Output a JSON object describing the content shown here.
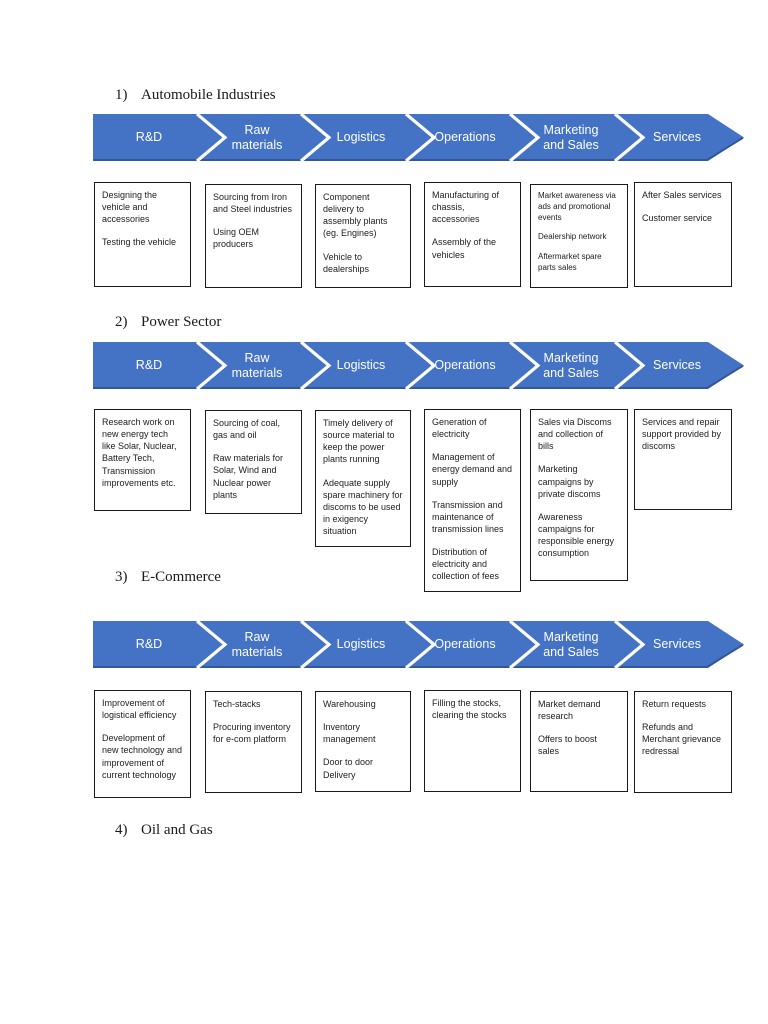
{
  "colors": {
    "banner_blue": "#4472C4",
    "banner_edge": "#2F5597",
    "banner_text": "#FFFFFF",
    "box_border": "#1A1A1A",
    "body_text": "#1C1C1C",
    "page_background": "#FFFFFF"
  },
  "banner": {
    "stages": [
      "R&D",
      "Raw\nmaterials",
      "Logistics",
      "Operations",
      "Marketing\nand Sales",
      "Services"
    ]
  },
  "sections": [
    {
      "number": "1)",
      "title": "Automobile Industries",
      "boxes": [
        [
          "Designing the vehicle and accessories",
          "Testing the vehicle"
        ],
        [
          "Sourcing from Iron and Steel industries",
          "Using OEM producers"
        ],
        [
          "Component delivery to assembly plants (eg. Engines)",
          "Vehicle to dealerships"
        ],
        [
          "Manufacturing of chassis, accessories",
          "Assembly of the vehicles"
        ],
        [
          "Market awareness via ads and promotional events",
          "Dealership network",
          "Aftermarket spare parts sales"
        ],
        [
          "After Sales services",
          "Customer service"
        ]
      ]
    },
    {
      "number": "2)",
      "title": "Power Sector",
      "boxes": [
        [
          "Research work on new energy tech like Solar, Nuclear, Battery Tech, Transmission improvements etc."
        ],
        [
          "Sourcing of coal, gas and oil",
          "Raw materials for Solar, Wind and Nuclear power plants"
        ],
        [
          "Timely delivery of source material to keep the power plants running",
          "Adequate supply spare machinery for discoms to be used in exigency situation"
        ],
        [
          "Generation of electricity",
          "Management of energy demand and supply",
          "Transmission and maintenance of transmission lines",
          "Distribution of electricity and collection of fees"
        ],
        [
          "Sales via Discoms and collection of bills",
          "Marketing campaigns by private discoms",
          "Awareness campaigns for responsible energy consumption"
        ],
        [
          "Services and repair support provided by discoms"
        ]
      ]
    },
    {
      "number": "3)",
      "title": "E-Commerce",
      "boxes": [
        [
          "Improvement of logistical efficiency",
          "Development of new technology and improvement of current technology"
        ],
        [
          "Tech-stacks",
          "Procuring inventory for e-com platform"
        ],
        [
          "Warehousing",
          "Inventory management",
          "Door to door Delivery"
        ],
        [
          "Filling the stocks, clearing the stocks"
        ],
        [
          "Market demand research",
          "Offers to boost sales"
        ],
        [
          "Return requests",
          "Refunds and Merchant grievance redressal"
        ]
      ]
    },
    {
      "number": "4)",
      "title": "Oil and Gas"
    }
  ]
}
